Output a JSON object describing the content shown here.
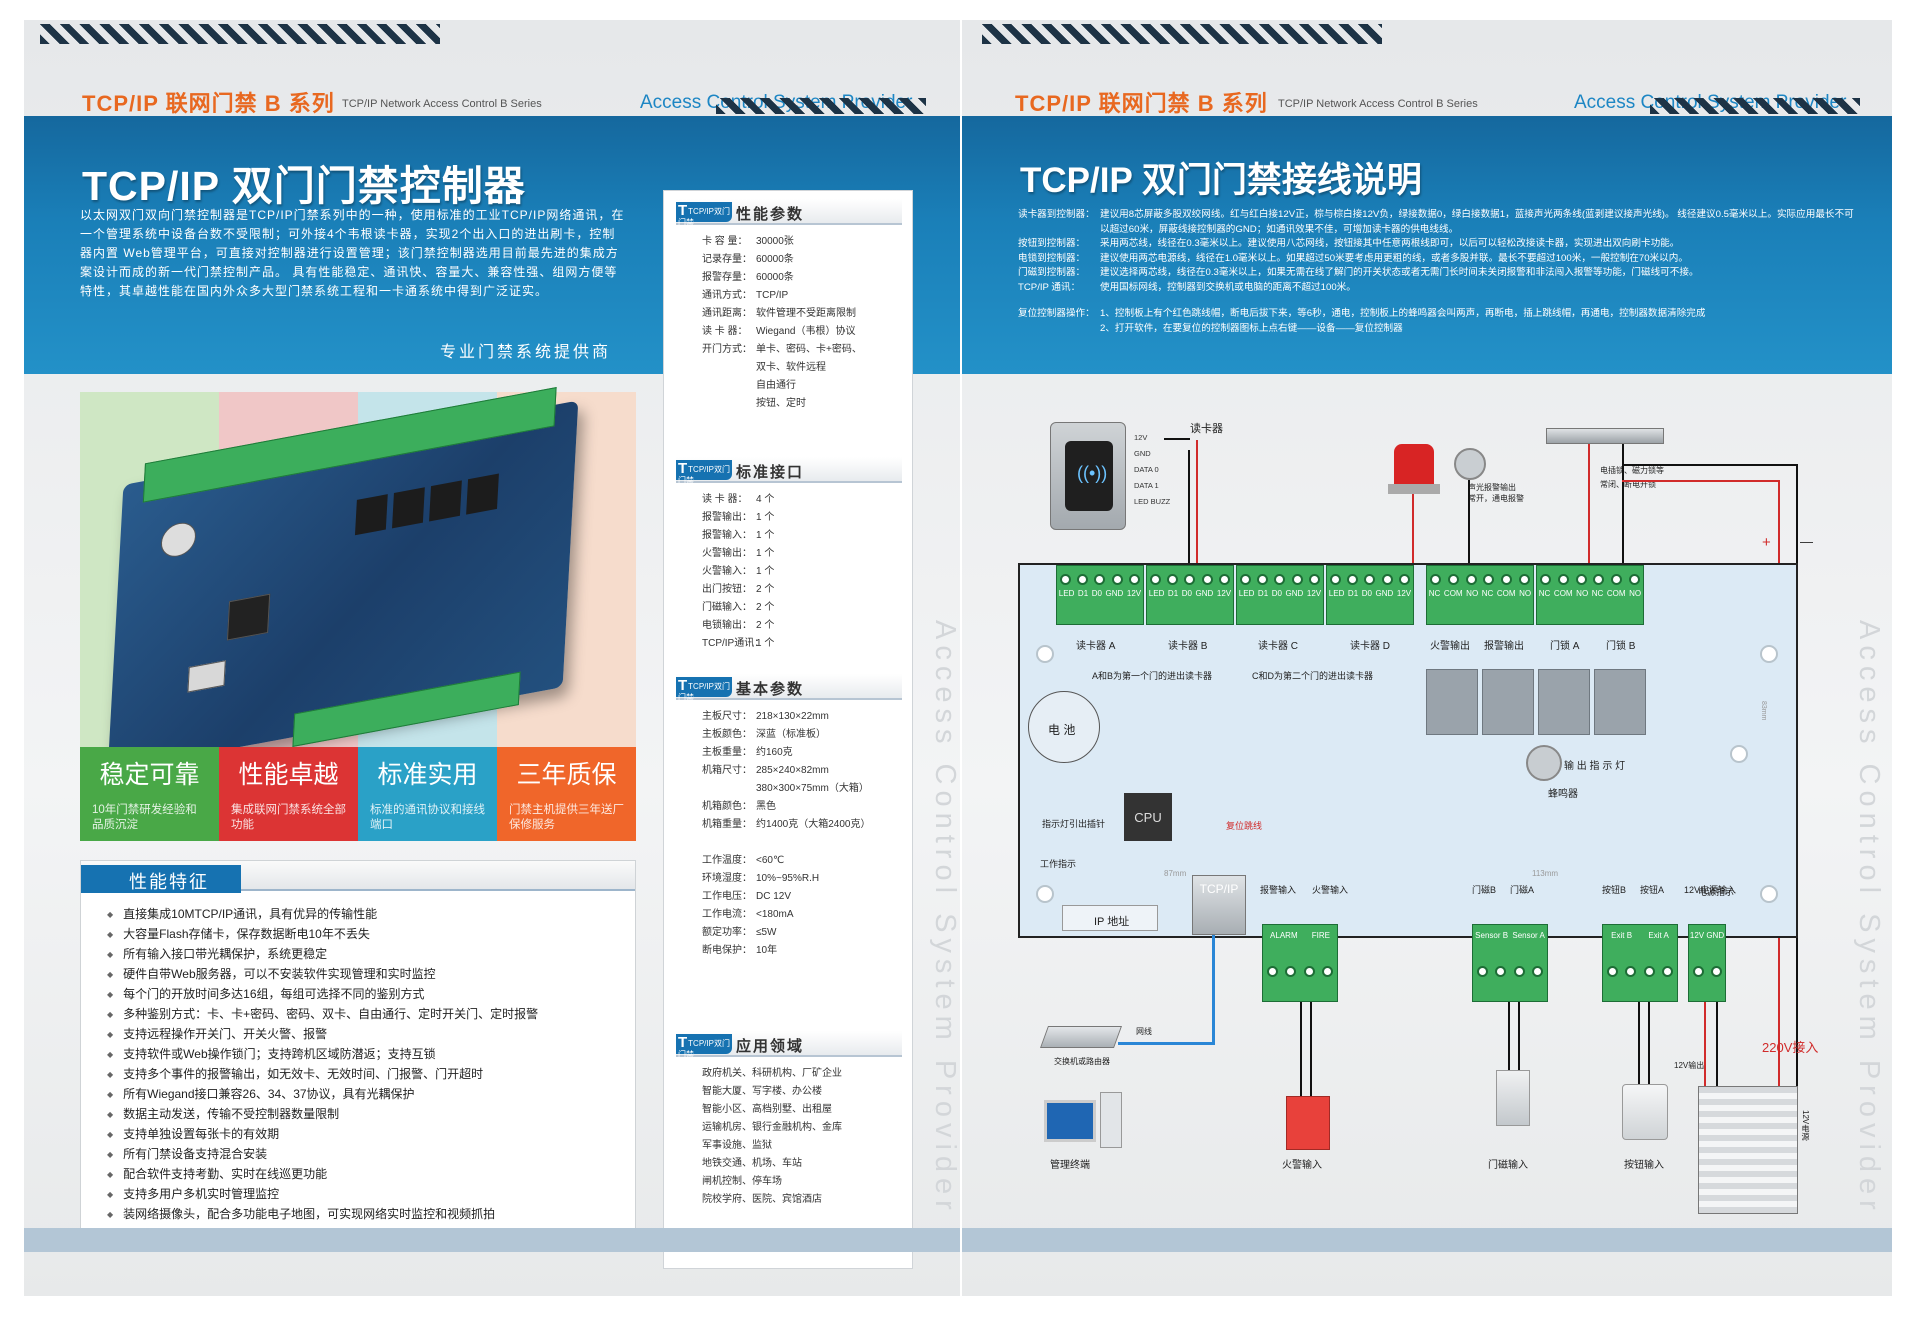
{
  "header": {
    "series": "TCP/IP 联网门禁 B 系列",
    "series_en": "TCP/IP Network Access Control  B  Series",
    "provider": "Access Control System Provider"
  },
  "left": {
    "title": "TCP/IP 双门门禁控制器",
    "intro": "以太网双门双向门禁控制器是TCP/IP门禁系列中的一种，使用标准的工业TCP/IP网络通讯，在一个管理系统中设备台数不受限制；可外接4个韦根读卡器，实现2个出入口的进出刷卡，控制器内置 Web管理平台，可直接对控制器进行设置管理；该门禁控制器选用目前最先进的集成方案设计而成的新一代门禁控制产品。 具有性能稳定、通讯快、容量大、兼容性强、组网方便等特性，其卓越性能在国内外众多大型门禁系统工程和一卡通系统中得到广泛证实。",
    "slogan": "专业门禁系统提供商",
    "product_colors": [
      "#cfe7c4",
      "#f0c7c7",
      "#c4e4ea",
      "#f6dccc"
    ],
    "features": [
      {
        "title": "稳定可靠",
        "desc": "10年门禁研发经验和品质沉淀",
        "color": "#49a847"
      },
      {
        "title": "性能卓越",
        "desc": "集成联网门禁系统全部功能",
        "color": "#dc3434"
      },
      {
        "title": "标准实用",
        "desc": "标准的通讯协议和接线端口",
        "color": "#2aa1c7"
      },
      {
        "title": "三年质保",
        "desc": "门禁主机提供三年送厂保修服务",
        "color": "#f0662a"
      }
    ],
    "feature_panel_title": "性能特征",
    "feature_list": [
      "直接集成10MTCP/IP通讯，具有优异的传输性能",
      "大容量Flash存储卡，保存数据断电10年不丢失",
      "所有输入接口带光耦保护，系统更稳定",
      "硬件自带Web服务器，可以不安装软件实现管理和实时监控",
      "每个门的开放时间多达16组，每组可选择不同的鉴别方式",
      "多种鉴别方式：卡、卡+密码、密码、双卡、自由通行、定时开关门、定时报警",
      "支持远程操作开关门、开关火警、报警",
      "支持软件或Web操作锁门；支持跨机区域防潜返；支持互锁",
      "支持多个事件的报警输出，如无效卡、无效时间、门报警、门开超时",
      "所有Wiegand接口兼容26、34、37协议，具有光耦保护",
      "数据主动发送，传输不受控制器数量限制",
      "支持单独设置每张卡的有效期",
      "所有门禁设备支持混合安装",
      "配合软件支持考勤、实时在线巡更功能",
      "支持多用户多机实时管理监控",
      "装网络摄像头，配合多功能电子地图，可实现网络实时监控和视频抓拍"
    ]
  },
  "specs": {
    "logo": "TCP/IP双门门禁",
    "perf": {
      "title": "性能参数",
      "rows": [
        [
          "卡 容 量",
          "30000张"
        ],
        [
          "记录存量",
          "60000条"
        ],
        [
          "报警存量",
          "60000条"
        ],
        [
          "通讯方式",
          "TCP/IP"
        ],
        [
          "通讯距离",
          "软件管理不受距离限制"
        ],
        [
          "读 卡 器",
          "Wiegand（韦根）协议"
        ],
        [
          "开门方式",
          "单卡、密码、卡+密码、"
        ],
        [
          "",
          "双卡、软件远程"
        ],
        [
          "",
          "自由通行"
        ],
        [
          "",
          "按钮、定时"
        ]
      ]
    },
    "ports": {
      "title": "标准接口",
      "rows": [
        [
          "读 卡 器",
          "4 个"
        ],
        [
          "报警输出",
          "1 个"
        ],
        [
          "报警输入",
          "1 个"
        ],
        [
          "火警输出",
          "1 个"
        ],
        [
          "火警输入",
          "1 个"
        ],
        [
          "出门按钮",
          "2 个"
        ],
        [
          "门磁输入",
          "2 个"
        ],
        [
          "电锁输出",
          "2 个"
        ],
        [
          "TCP/IP通讯",
          "1 个"
        ]
      ]
    },
    "basic": {
      "title": "基本参数",
      "rows": [
        [
          "主板尺寸",
          "218×130×22mm"
        ],
        [
          "主板颜色",
          "深蓝（标准板）"
        ],
        [
          "主板重量",
          "约160克"
        ],
        [
          "机箱尺寸",
          "285×240×82mm"
        ],
        [
          "",
          "380×300×75mm（大箱）"
        ],
        [
          "机箱颜色",
          "黑色"
        ],
        [
          "机箱重量",
          "约1400克（大箱2400克）"
        ],
        [
          "",
          ""
        ],
        [
          "工作温度",
          "<60℃"
        ],
        [
          "环境湿度",
          "10%~95%R.H"
        ],
        [
          "工作电压",
          "DC 12V"
        ],
        [
          "工作电流",
          "<180mA"
        ],
        [
          "额定功率",
          "≤5W"
        ],
        [
          "断电保护",
          "10年"
        ]
      ]
    },
    "apps": {
      "title": "应用领域",
      "rows": [
        "政府机关、科研机构、厂矿企业",
        "智能大厦、写字楼、办公楼",
        "智能小区、高档别墅、出租屋",
        "运输机房、银行金融机构、金库",
        "军事设施、监狱",
        "地铁交通、机场、车站",
        "闸机控制、停车场",
        "院校学府、医院、宾馆酒店"
      ]
    }
  },
  "right": {
    "title": "TCP/IP 双门门禁接线说明",
    "notes": [
      [
        "读卡器到控制器：",
        "建议用8芯屏蔽多股双绞网线。红与红白接12V正，棕与棕白接12V负，绿接数据0，绿白接数据1，蓝接声光两条线(蓝剥建议接声光线)。 线径建议0.5毫米以上。实际应用最长不可以超过60米，屏蔽线接控制器的GND；如通讯效果不佳，可增加读卡器的供电线线。"
      ],
      [
        "按钮到控制器：",
        "采用两芯线，线径在0.3毫米以上。建议使用八芯网线，按钮接其中任意两根线即可，以后可以轻松改接读卡器，实现进出双向刷卡功能。"
      ],
      [
        "电锁到控制器：",
        "建议使用两芯电源线，线径在1.0毫米以上。如果超过50米要考虑用更粗的线，或者多股并联。最长不要超过100米，一般控制在70米以内。"
      ],
      [
        "门磁到控制器：",
        "建议选择两芯线，线径在0.3毫米以上，如果无需在线了解门的开关状态或者无需门长时间未关闭报警和非法闯入报警等功能，门磁线可不接。"
      ],
      [
        "TCP/IP 通讯：",
        "使用国标网线，控制器到交换机或电脑的距离不超过100米。"
      ],
      [
        "",
        ""
      ],
      [
        "复位控制器操作：",
        "1、控制板上有个红色跳线帽，断电后拔下来，等6秒，通电，控制板上的蜂鸣器会叫两声，再断电，插上跳线帽，再通电，控制器数据清除完成"
      ],
      [
        "",
        "2、打开软件，在要复位的控制器图标上点右键——设备——复位控制器"
      ]
    ],
    "diagram": {
      "reader_title": "读卡器",
      "reader_pins": [
        "12V",
        "GND",
        "DATA 0",
        "DATA 1",
        "LED BUZZ"
      ],
      "alarm_out_label": "声光报警输出\n常开，通电报警",
      "lock_label": "电插锁、磁力锁等\n常闭、断电开锁",
      "reader_blocks": [
        "读卡器 A",
        "读卡器 B",
        "读卡器 C",
        "读卡器 D"
      ],
      "reader_block_pins": [
        "LED",
        "D1",
        "D0",
        "GND",
        "12V"
      ],
      "relay_blocks": [
        "火警输出",
        "报警输出",
        "门锁 A",
        "门锁 B"
      ],
      "relay_pins": [
        "NC",
        "COM",
        "NO"
      ],
      "ab_note": "A和B为第一个门的进出读卡器",
      "cd_note": "C和D为第二个门的进出读卡器",
      "battery": "电 池",
      "led_label": "输 出 指 示 灯",
      "buzzer": "蜂鸣器",
      "indicator": "指示灯引出插针",
      "cpu": "CPU",
      "reset": "复位跳线",
      "work": "工作指示",
      "dim87": "87mm",
      "dim113": "113mm",
      "dim83": "83mm",
      "power_led": "电源指示",
      "ip": "IP 地址",
      "tcpip": "TCP/IP",
      "alarm_in": "报警输入",
      "fire_in": "火警输入",
      "alarm_lbl": "ALARM",
      "fire_lbl": "FIRE",
      "doorb": "门磁B",
      "doora": "门磁A",
      "sensorb": "Sensor B",
      "sensora": "Sensor A",
      "btnb": "按钮B",
      "btna": "按钮A",
      "exitb": "Exit B",
      "exita": "Exit A",
      "pwr_in": "12V电源输入",
      "pwr_pins": "12V GND",
      "switch": "交换机或路由器",
      "net": "网线",
      "pc": "管理终端",
      "fire_dev": "火警输入",
      "door_dev": "门磁输入",
      "btn_dev": "按钮输入",
      "v12out": "12V输出",
      "v220": "220V接入",
      "psu": "12V电源",
      "plus": "+",
      "minus": "—"
    }
  }
}
